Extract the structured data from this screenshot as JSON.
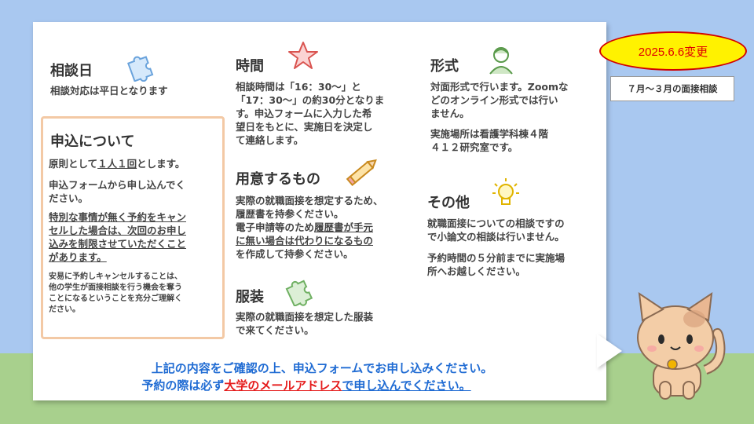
{
  "badge": {
    "date_change": "2025.6.6変更"
  },
  "tag": {
    "label": "７月～３月の面接相談"
  },
  "sections": {
    "consult_day": {
      "heading": "相談日",
      "body": "相談対応は平日となります"
    },
    "time": {
      "heading": "時間",
      "lines": [
        "相談時間は「16：30～」と",
        "「17：30～」の約30分となりま",
        "す。申込フォームに入力した希",
        "望日をもとに、実施日を決定し",
        "て連絡します。"
      ]
    },
    "format": {
      "heading": "形式",
      "lines": [
        "対面形式で行います。Zoomな",
        "どのオンライン形式では行い",
        "ません。"
      ],
      "place_lines": [
        "実施場所は看護学科棟４階",
        "４１２研究室です。"
      ]
    },
    "apply": {
      "heading": "申込について",
      "rule_prefix": "原則として",
      "rule_underline": "１人１回",
      "rule_suffix": "とします。",
      "form_lines": [
        "申込フォームから申し込んでく",
        "ださい。"
      ],
      "cancel_lines": [
        "特別な事情が無く予約をキャン",
        "セルした場合は、次回のお申し",
        "込みを制限させていただくこと",
        "があります。"
      ],
      "note_lines": [
        "安易に予約しキャンセルすることは、",
        "他の学生が面接相談を行う機会を奪う",
        "ことになるということを充分ご理解く",
        "ださい。"
      ]
    },
    "prepare": {
      "heading": "用意するもの",
      "lines": [
        "実際の就職面接を想定するため、",
        "履歴書を持参ください。"
      ],
      "e_prefix": "電子申請等のため",
      "e_underline_1": "履歴書が手元",
      "e_underline_2": "に無い場合は代わりになるもの",
      "e_suffix": "を作成して持参ください。"
    },
    "clothes": {
      "heading": "服装",
      "lines": [
        "実際の就職面接を想定した服装",
        "で来てください。"
      ]
    },
    "other": {
      "heading": "その他",
      "lines": [
        "就職面接についての相談ですの",
        "で小論文の相談は行いません。"
      ],
      "arrive_lines": [
        "予約時間の５分前までに実施場",
        "所へお越しください。"
      ]
    }
  },
  "footer": {
    "line1": "上記の内容をご確認の上、申込フォームでお申し込みください。",
    "line2_prefix": "予約の際は必ず",
    "line2_highlight": "大学のメールアドレス",
    "line2_suffix": "で申し込んでください。"
  },
  "icons": [
    "puzzle-icon",
    "star-icon",
    "person-icon",
    "pencil-icon",
    "lightbulb-icon",
    "cat-mascot"
  ]
}
